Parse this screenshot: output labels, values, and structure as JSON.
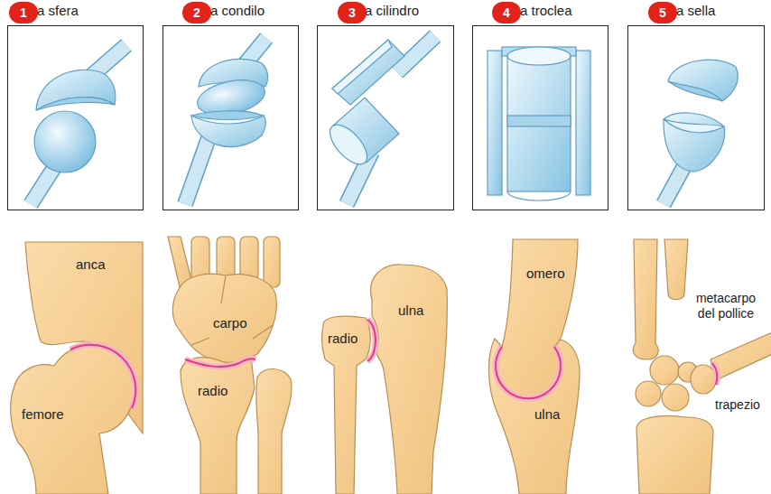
{
  "diagram": {
    "nodes": [
      {
        "text": [
          "1"
        ]
      },
      {
        "text": [
          "a sfera"
        ]
      },
      {
        "text": [
          "2"
        ]
      },
      {
        "text": [
          "a condilo"
        ]
      },
      {
        "text": [
          "3"
        ]
      },
      {
        "text": [
          "a cilindro"
        ]
      },
      {
        "text": [
          "4"
        ]
      },
      {
        "text": [
          "a troclea"
        ]
      },
      {
        "text": [
          "5"
        ]
      },
      {
        "text": [
          "a sella"
        ]
      }
    ],
    "labels": [
      "anca",
      "femore",
      "carpo",
      "radio",
      "radio",
      "ulna",
      "omero",
      "ulna",
      "metacarpo del pollice",
      "trapezio"
    ]
  }
}
